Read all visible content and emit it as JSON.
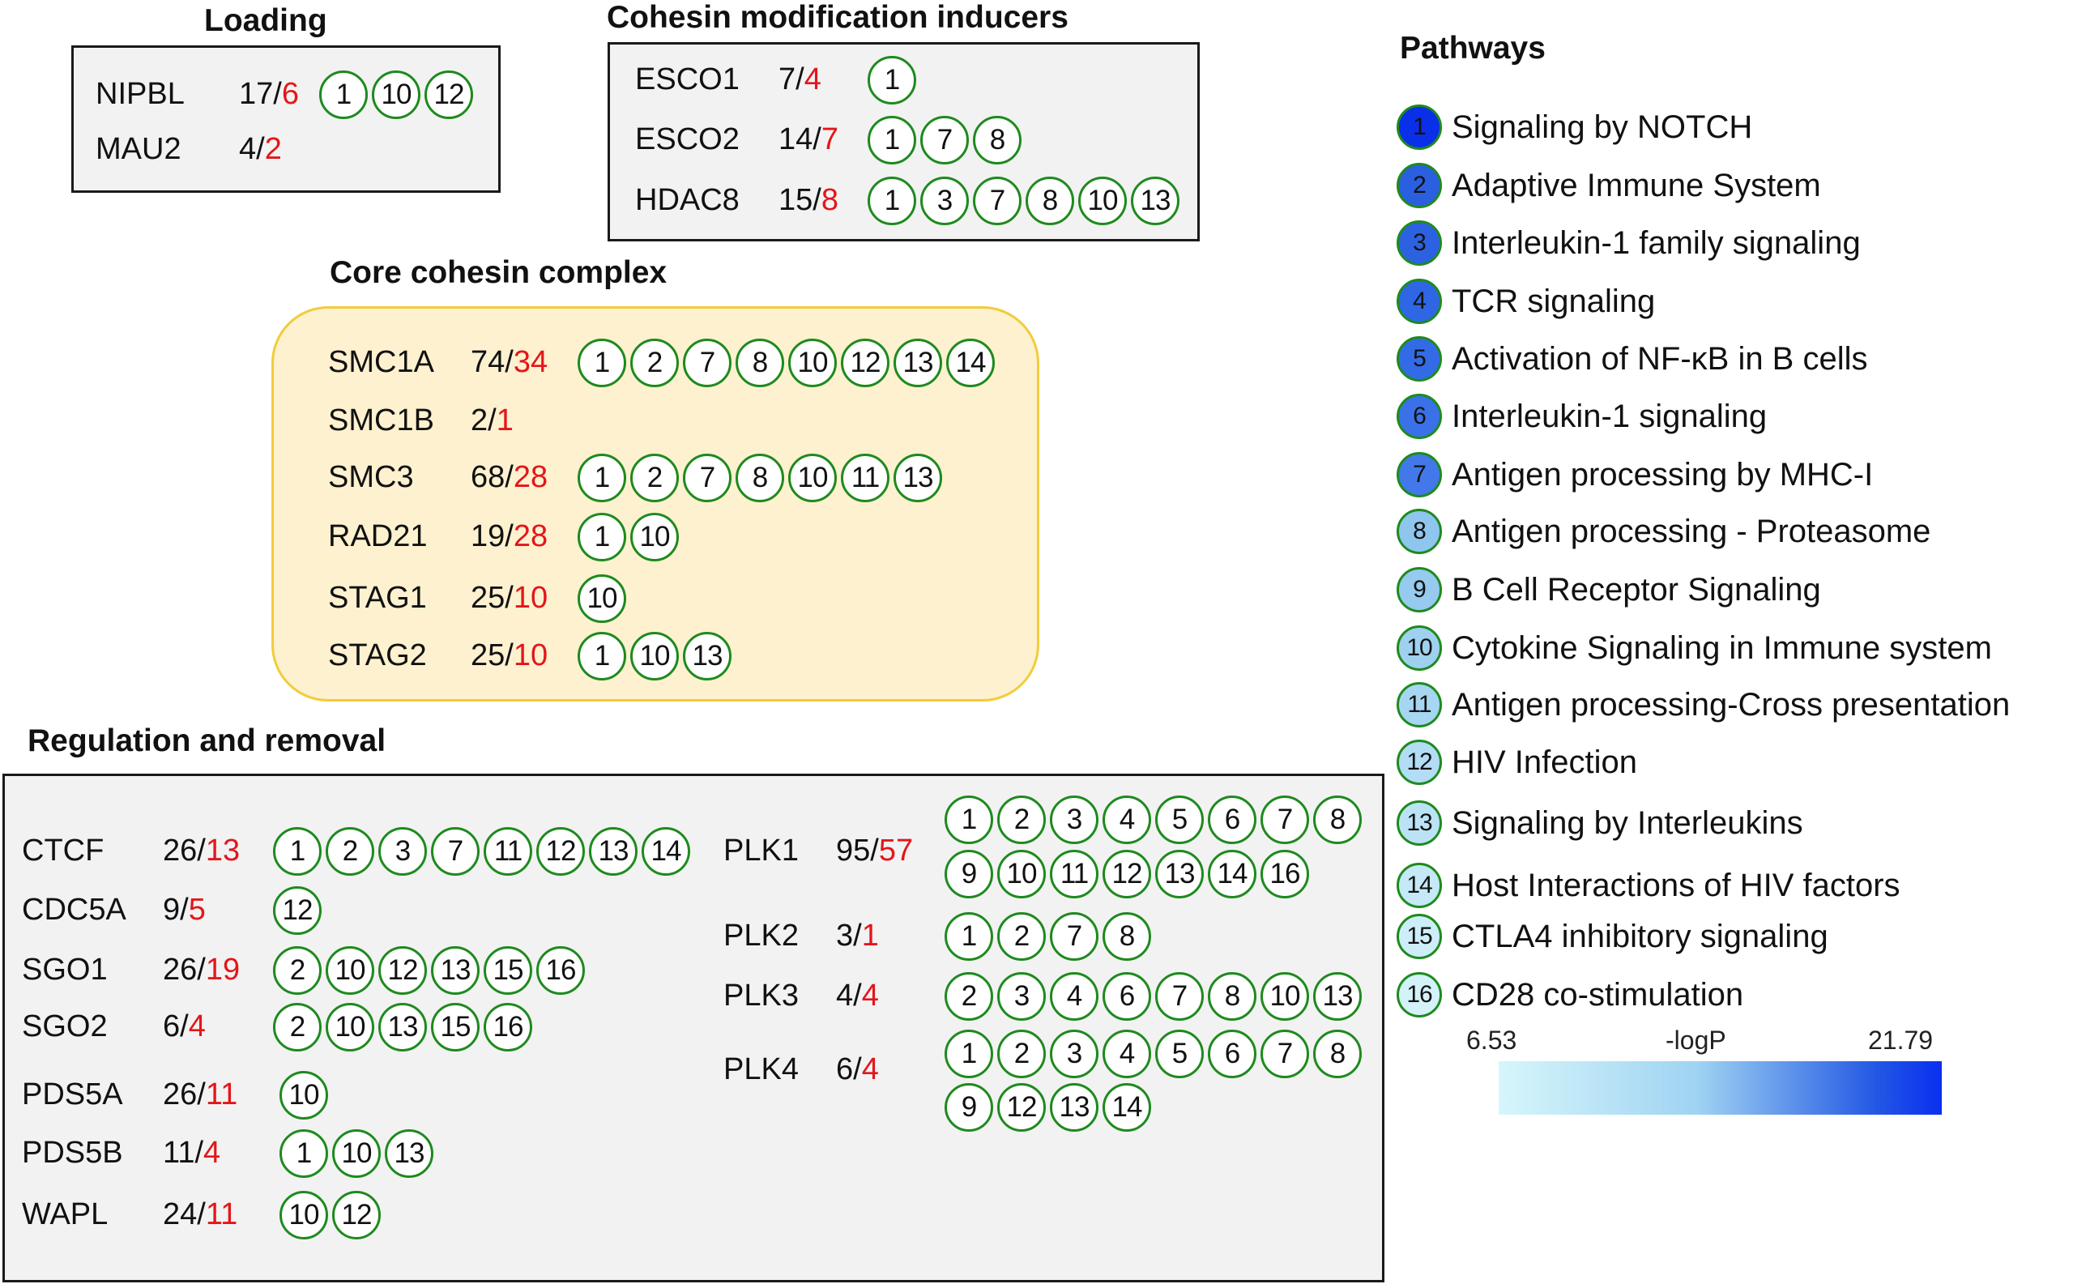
{
  "loading": {
    "title": "Loading",
    "genes": [
      {
        "name": "NIPBL",
        "total": "17/",
        "hit": "6",
        "pathways": [
          "1",
          "10",
          "12"
        ]
      },
      {
        "name": "MAU2",
        "total": "4/",
        "hit": "2",
        "pathways": []
      }
    ]
  },
  "cohesin_modification": {
    "title": "Cohesin modification inducers",
    "genes": [
      {
        "name": "ESCO1",
        "total": "7/",
        "hit": "4",
        "pathways": [
          "1"
        ]
      },
      {
        "name": "ESCO2",
        "total": "14/",
        "hit": "7",
        "pathways": [
          "1",
          "7",
          "8"
        ]
      },
      {
        "name": "HDAC8",
        "total": "15/",
        "hit": "8",
        "pathways": [
          "1",
          "3",
          "7",
          "8",
          "10",
          "13"
        ]
      }
    ]
  },
  "core_cohesin": {
    "title": "Core cohesin complex",
    "genes": [
      {
        "name": "SMC1A",
        "total": "74/",
        "hit": "34",
        "pathways": [
          "1",
          "2",
          "7",
          "8",
          "10",
          "12",
          "13",
          "14"
        ]
      },
      {
        "name": "SMC1B",
        "total": "2/",
        "hit": "1",
        "pathways": []
      },
      {
        "name": "SMC3",
        "total": "68/",
        "hit": "28",
        "pathways": [
          "1",
          "2",
          "7",
          "8",
          "10",
          "11",
          "13"
        ]
      },
      {
        "name": "RAD21",
        "total": "19/",
        "hit": "28",
        "pathways": [
          "1",
          "10"
        ]
      },
      {
        "name": "STAG1",
        "total": "25/",
        "hit": "10",
        "pathways": [
          "10"
        ]
      },
      {
        "name": "STAG2",
        "total": "25/",
        "hit": "10",
        "pathways": [
          "1",
          "10",
          "13"
        ]
      }
    ]
  },
  "regulation": {
    "title": "Regulation and removal",
    "left_genes": [
      {
        "name": "CTCF",
        "total": "26/",
        "hit": "13",
        "pathways": [
          "1",
          "2",
          "3",
          "7",
          "11",
          "12",
          "13",
          "14"
        ]
      },
      {
        "name": "CDC5A",
        "total": "9/",
        "hit": "5",
        "pathways": [
          "12"
        ]
      },
      {
        "name": "SGO1",
        "total": "26/",
        "hit": "19",
        "pathways": [
          "2",
          "10",
          "12",
          "13",
          "15",
          "16"
        ]
      },
      {
        "name": "SGO2",
        "total": "6/",
        "hit": "4",
        "pathways": [
          "2",
          "10",
          "13",
          "15",
          "16"
        ]
      },
      {
        "name": "PDS5A",
        "total": "26/",
        "hit": "11",
        "pathways": [
          "10"
        ]
      },
      {
        "name": "PDS5B",
        "total": "11/",
        "hit": "4",
        "pathways": [
          "1",
          "10",
          "13"
        ]
      },
      {
        "name": "WAPL",
        "total": "24/",
        "hit": "11",
        "pathways": [
          "10",
          "12"
        ]
      }
    ],
    "right_genes": [
      {
        "name": "PLK1",
        "total": "95/",
        "hit": "57",
        "pathways": [
          "1",
          "2",
          "3",
          "4",
          "5",
          "6",
          "7",
          "8",
          "9",
          "10",
          "11",
          "12",
          "13",
          "14",
          "16"
        ]
      },
      {
        "name": "PLK2",
        "total": "3/",
        "hit": "1",
        "pathways": [
          "1",
          "2",
          "7",
          "8"
        ]
      },
      {
        "name": "PLK3",
        "total": "4/",
        "hit": "4",
        "pathways": [
          "2",
          "3",
          "4",
          "6",
          "7",
          "8",
          "10",
          "13"
        ]
      },
      {
        "name": "PLK4",
        "total": "6/",
        "hit": "4",
        "pathways": [
          "1",
          "2",
          "3",
          "4",
          "5",
          "6",
          "7",
          "8",
          "9",
          "12",
          "13",
          "14"
        ]
      }
    ]
  },
  "legend": {
    "title": "Pathways",
    "items": [
      {
        "num": "1",
        "label": "Signaling by NOTCH",
        "color": "#0a2fe8"
      },
      {
        "num": "2",
        "label": "Adaptive Immune System",
        "color": "#2a5fe0"
      },
      {
        "num": "3",
        "label": "Interleukin-1 family signaling",
        "color": "#2c62e2"
      },
      {
        "num": "4",
        "label": "TCR signaling",
        "color": "#2f66e4"
      },
      {
        "num": "5",
        "label": "Activation of NF-κB in B cells",
        "color": "#336be6"
      },
      {
        "num": "6",
        "label": "Interleukin-1 signaling",
        "color": "#3a71e8"
      },
      {
        "num": "7",
        "label": "Antigen processing by MHC-I",
        "color": "#4278ea"
      },
      {
        "num": "8",
        "label": "Antigen processing - Proteasome",
        "color": "#8fc6ee"
      },
      {
        "num": "9",
        "label": "B Cell Receptor Signaling",
        "color": "#96caef"
      },
      {
        "num": "10",
        "label": "Cytokine Signaling in Immune system",
        "color": "#9fd0f0"
      },
      {
        "num": "11",
        "label": "Antigen processing-Cross presentation",
        "color": "#a7d6f2"
      },
      {
        "num": "12",
        "label": "HIV Infection",
        "color": "#b2ddf4"
      },
      {
        "num": "13",
        "label": "Signaling by Interleukins",
        "color": "#bbe3f5"
      },
      {
        "num": "14",
        "label": "Host Interactions of HIV factors",
        "color": "#c5e9f7"
      },
      {
        "num": "15",
        "label": "CTLA4 inhibitory signaling",
        "color": "#cdeef9"
      },
      {
        "num": "16",
        "label": "CD28 co-stimulation",
        "color": "#d4f2fa"
      }
    ],
    "scale": {
      "min": "6.53",
      "label": "-logP",
      "max": "21.79"
    }
  }
}
